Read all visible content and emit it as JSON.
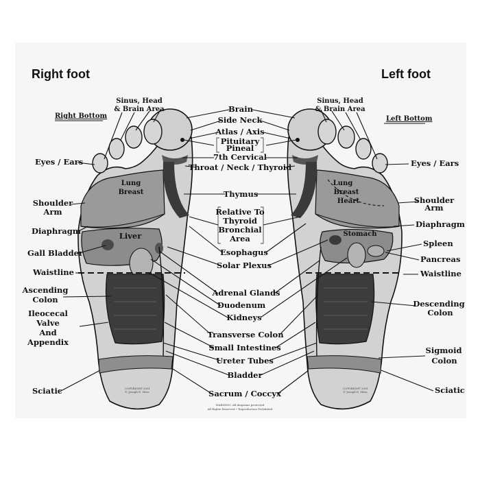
{
  "headers": {
    "right_foot": "Right foot",
    "left_foot": "Left foot"
  },
  "center_labels": {
    "brain": "Brain",
    "side_neck": "Side Neck",
    "atlas_axis": "Atlas / Axis",
    "pituitary_pineal": [
      "Pituitary",
      "Pineal"
    ],
    "cervical": "7th Cervical",
    "throat_neck_thyroid": "Throat / Neck / Thyroid",
    "thymus": "Thymus",
    "relative_thyroid": [
      "Relative To",
      "Thyroid",
      "Bronchial",
      "Area"
    ],
    "esophagus": "Esophagus",
    "solar_plexus": "Solar Plexus",
    "adrenal_glands": "Adrenal Glands",
    "duodenum": "Duodenum",
    "kidneys": "Kidneys",
    "transverse_colon": "Transverse Colon",
    "small_intestines": "Small Intestines",
    "ureter_tubes": "Ureter Tubes",
    "bladder": "Bladder",
    "sacrum_coccyx": "Sacrum / Coccyx"
  },
  "right_labels": {
    "right_bottom": "Right Bottom",
    "sinus_head": [
      "Sinus, Head",
      "& Brain Area"
    ],
    "eyes_ears": "Eyes / Ears",
    "shoulder_arm": [
      "Shoulder",
      "Arm"
    ],
    "diaphragm": "Diaphragm",
    "gall_bladder": "Gall Bladder",
    "waistline": "Waistline",
    "ascending_colon": [
      "Ascending",
      "Colon"
    ],
    "ileocecal": [
      "Ileocecal",
      "Valve",
      "And",
      "Appendix"
    ],
    "sciatic": "Sciatic"
  },
  "left_labels": {
    "left_bottom": "Left Bottom",
    "sinus_head": [
      "Sinus, Head",
      "& Brain Area"
    ],
    "eyes_ears": "Eyes / Ears",
    "shoulder_arm": [
      "Shoulder",
      "Arm"
    ],
    "diaphragm": "Diaphragm",
    "spleen": "Spleen",
    "pancreas": "Pancreas",
    "waistline": "Waistline",
    "descending_colon": [
      "Descending",
      "Colon"
    ],
    "sigmoid_colon": [
      "Sigmoid",
      "Colon"
    ],
    "sciatic": "Sciatic"
  },
  "organ_labels": {
    "right_lung_breast": [
      "Lung",
      "Breast"
    ],
    "liver": "Liver",
    "left_lung_breast_heart": [
      "Lung",
      "Breast",
      "Heart"
    ],
    "stomach": "Stomach"
  },
  "footer": {
    "warning": [
      "WARNING: All diagrams protected",
      "All Rights Reserved • Reproduction Prohibited"
    ],
    "copyright_right": [
      "COPYRIGHT 2001",
      "© Joseph E. Hess"
    ],
    "copyright_left": [
      "COPYRIGHT 2001",
      "© Joseph E. Hess"
    ]
  },
  "colors": {
    "background": "#ffffff",
    "sheet": "#f6f6f6",
    "ink": "#111111",
    "foot_light": "#d0d0d0",
    "foot_mid": "#a2a2a2",
    "foot_dark": "#555555",
    "intestine": "#3c3c3c"
  }
}
